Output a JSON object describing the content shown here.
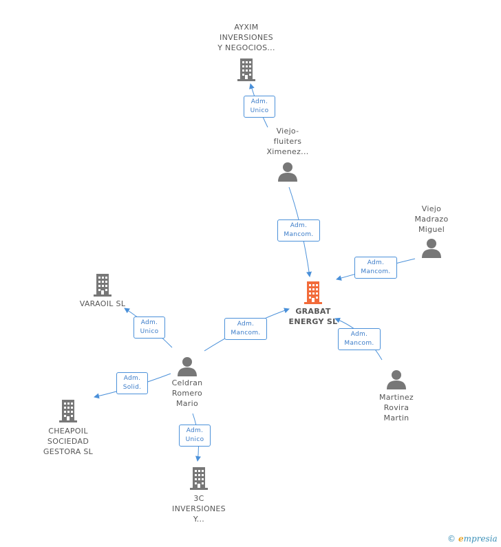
{
  "nodes": {
    "grabat": "GRABAT\nENERGY SL",
    "ayxim": "AYXIM\nINVERSIONES\nY NEGOCIOS...",
    "viejo_fluiters": "Viejo-\nfluiters\nXimenez...",
    "viejo_madrazo": "Viejo\nMadrazo\nMiguel",
    "varaoil": "VARAOIL SL",
    "celdran": "Celdran\nRomero\nMario",
    "martinez": "Martinez\nRovira\nMartin",
    "cheapoil": "CHEAPOIL\nSOCIEDAD\nGESTORA SL",
    "tres_c": "3C\nINVERSIONES\nY..."
  },
  "relations": {
    "ayxim_unico": {
      "l1": "Adm.",
      "l2": "Unico"
    },
    "fluiters_mancom": {
      "l1": "Adm.",
      "l2": "Mancom."
    },
    "madrazo_mancom": {
      "l1": "Adm.",
      "l2": "Mancom."
    },
    "varaoil_unico": {
      "l1": "Adm.",
      "l2": "Unico"
    },
    "celdran_mancom": {
      "l1": "Adm.",
      "l2": "Mancom."
    },
    "martinez_mancom": {
      "l1": "Adm.",
      "l2": "Mancom."
    },
    "cheapoil_solid": {
      "l1": "Adm.",
      "l2": "Solid."
    },
    "tresc_unico": {
      "l1": "Adm.",
      "l2": "Unico"
    }
  },
  "brand": {
    "copyright": "©",
    "e": "e",
    "rest": "mpresia"
  },
  "colors": {
    "company": "#777777",
    "main_company": "#f26b3a",
    "person": "#777777",
    "edge": "#4a90d9"
  }
}
